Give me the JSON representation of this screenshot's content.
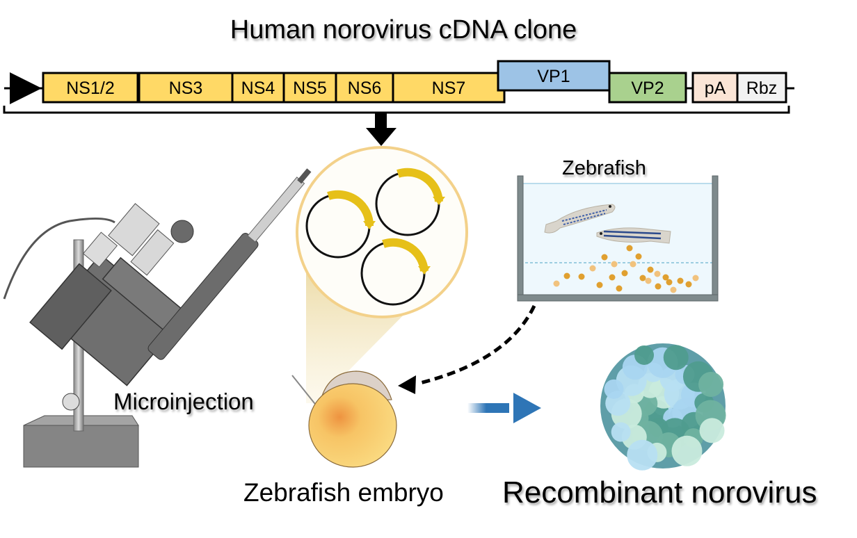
{
  "title": "Human norovirus cDNA clone",
  "construct": {
    "segments": [
      {
        "label": "NS1/2",
        "color": "#FFD966"
      },
      {
        "label": "NS3",
        "color": "#FFD966"
      },
      {
        "label": "NS4",
        "color": "#FFD966"
      },
      {
        "label": "NS5",
        "color": "#FFD966"
      },
      {
        "label": "NS6",
        "color": "#FFD966"
      },
      {
        "label": "NS7",
        "color": "#FFD966"
      },
      {
        "label": "VP1",
        "color": "#9DC3E6"
      },
      {
        "label": "VP2",
        "color": "#A9D18E"
      },
      {
        "label": "pA",
        "color": "#FBE5D6"
      },
      {
        "label": "Rbz",
        "color": "#F2F2F2"
      }
    ],
    "promoter_icon": "promoter-triangle-icon"
  },
  "labels": {
    "zebrafish": "Zebrafish",
    "microinjection": "Microinjection",
    "embryo": "Zebrafish embryo",
    "recombinant": "Recombinant norovirus"
  },
  "colors": {
    "plasmid_arc": "#E6C019",
    "magnifier_border": "#F3D18A",
    "flow_arrow": "#2E75B6",
    "tank_water": "#EEF8FD",
    "food_pellet": "#E0A030"
  }
}
